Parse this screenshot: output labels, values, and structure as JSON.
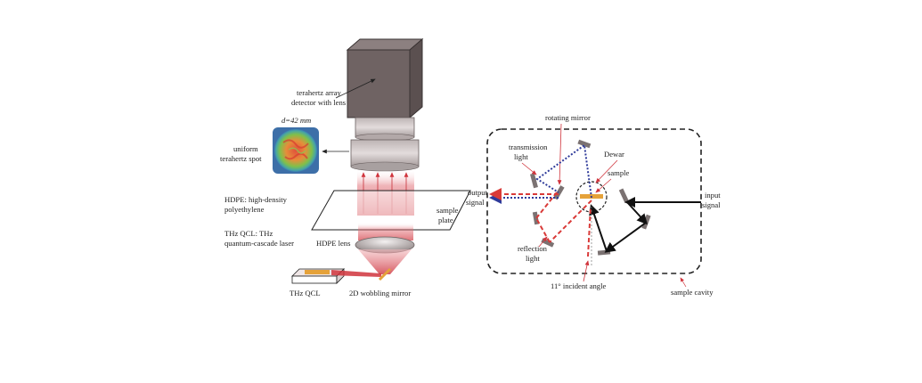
{
  "left_setup": {
    "detector_label": [
      "terahertz array",
      "detector with lens"
    ],
    "spot_diameter_label": "d=42 mm",
    "spot_label": [
      "uniform",
      "terahertz spot"
    ],
    "hdpe_definition": [
      "HDPE: high-density",
      "polyethylene"
    ],
    "qcl_definition": [
      "THz QCL: THz",
      "quantum-cascade laser"
    ],
    "sample_plate_label": [
      "sample",
      "plate"
    ],
    "hdpe_lens_label": "HDPE lens",
    "source_label": "THz QCL",
    "mirror_label": "2D wobbling mirror"
  },
  "right_setup": {
    "rotating_mirror_label": "rotating mirror",
    "transmission_label": [
      "transmission",
      "light"
    ],
    "dewar_label": "Dewar",
    "sample_label": "sample",
    "output_label": [
      "output",
      "signal"
    ],
    "input_label": [
      "input",
      "signal"
    ],
    "reflection_label": [
      "reflection",
      "light"
    ],
    "incident_angle_label": "11° incident angle",
    "cavity_label": "sample cavity"
  },
  "colors": {
    "detector_dark": "#6f6363",
    "detector_light": "#c9c0c0",
    "thz_beam": "#d0343c",
    "transmission": "#2e3a9a",
    "reflection": "#d93a38",
    "input_arrow": "#111111",
    "mirror": "#7b7272",
    "sample_strip": "#e5a23a"
  }
}
